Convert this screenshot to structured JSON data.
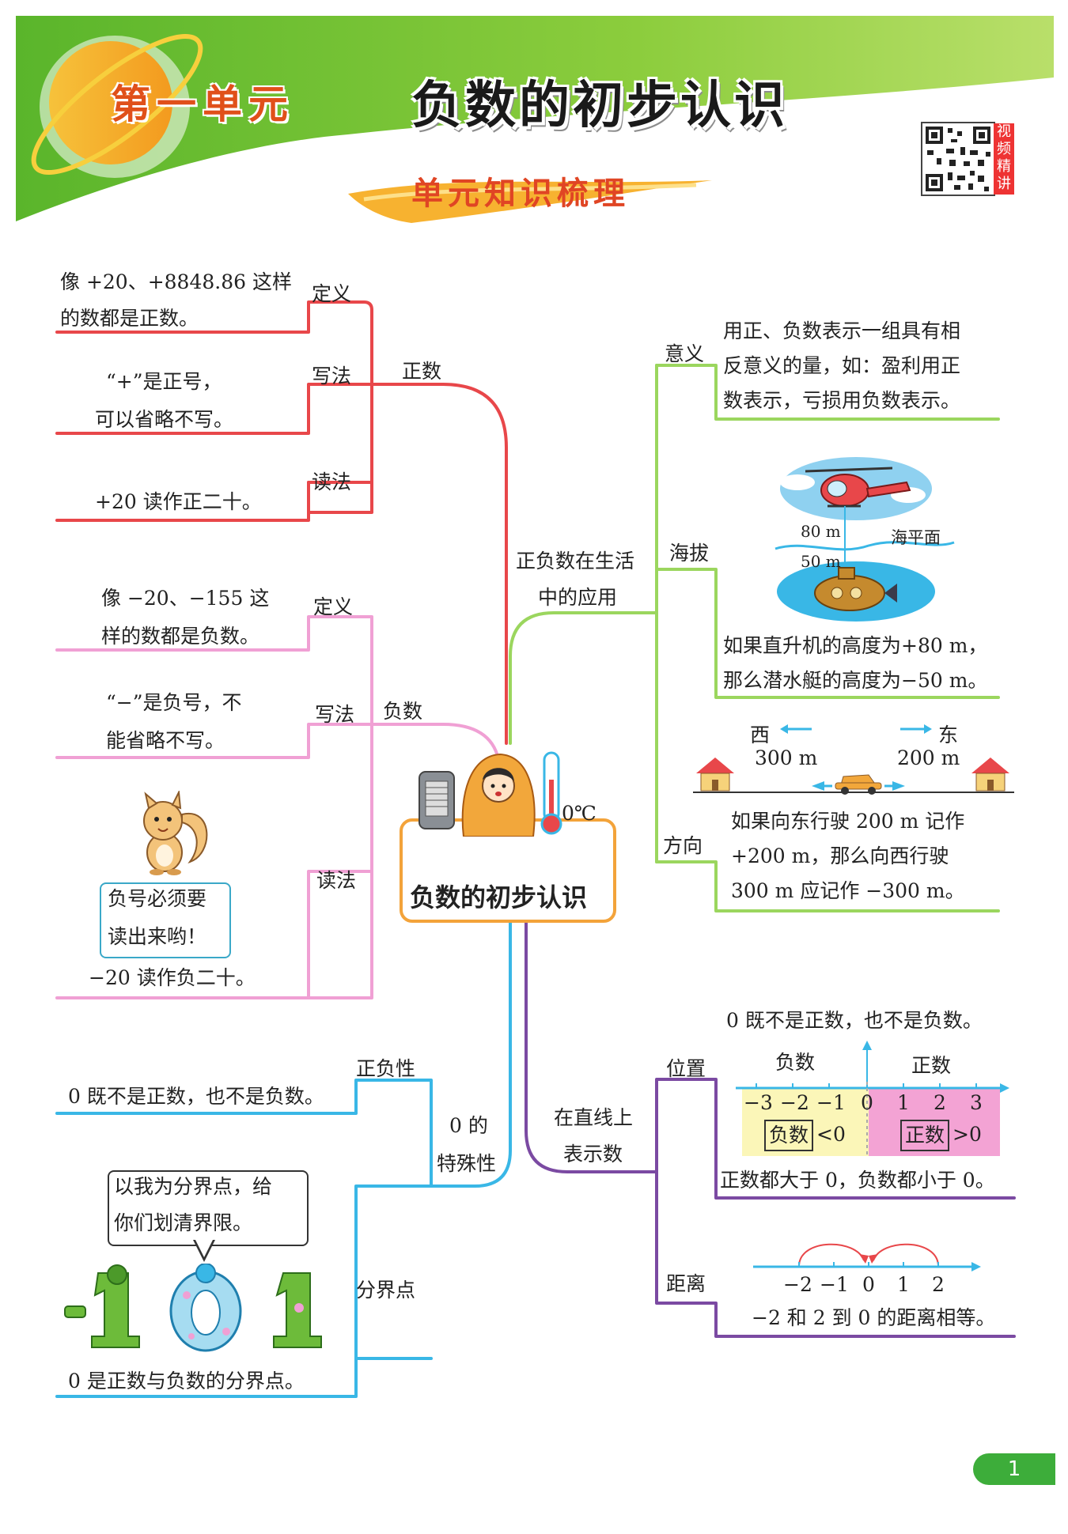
{
  "header": {
    "unit_label": "第一单元",
    "title": "负数的初步认识",
    "subtitle": "单元知识梳理",
    "qr_side_text": "视频精讲"
  },
  "center": {
    "label": "负数的初步认识",
    "thermometer_label": "0℃"
  },
  "positive": {
    "branch": "正数",
    "definition": {
      "tag": "定义",
      "lines": [
        "像 +20、+8848.86 这样",
        "的数都是正数。"
      ]
    },
    "writing": {
      "tag": "写法",
      "lines": [
        "“+”是正号，",
        "可以省略不写。"
      ]
    },
    "reading": {
      "tag": "读法",
      "lines": [
        "+20 读作正二十。"
      ]
    }
  },
  "negative": {
    "branch": "负数",
    "definition": {
      "tag": "定义",
      "lines": [
        "像 −20、−155 这",
        "样的数都是负数。"
      ]
    },
    "writing": {
      "tag": "写法",
      "lines": [
        "“−”是负号，不",
        "能省略不写。"
      ]
    },
    "reading": {
      "tag": "读法",
      "bubble": [
        "负号必须要",
        "读出来哟！"
      ],
      "lines": [
        "−20 读作负二十。"
      ]
    }
  },
  "zero": {
    "branch": [
      "0 的",
      "特殊性"
    ],
    "sign": {
      "tag": "正负性",
      "lines": [
        "0 既不是正数，也不是负数。"
      ]
    },
    "boundary": {
      "tag": "分界点",
      "bubble": [
        "以我为分界点，给",
        "你们划清界限。"
      ],
      "lines": [
        "0 是正数与负数的分界点。"
      ],
      "figures": [
        "-1",
        "0",
        "1"
      ]
    }
  },
  "application": {
    "branch": [
      "正负数在生活",
      "中的应用"
    ],
    "meaning": {
      "tag": "意义",
      "lines": [
        "用正、负数表示一组具有相",
        "反意义的量，如：盈利用正",
        "数表示，亏损用负数表示。"
      ]
    },
    "altitude": {
      "tag": "海拔",
      "labels": [
        "80 m",
        "50 m",
        "海平面"
      ],
      "lines": [
        "如果直升机的高度为+80 m，",
        "那么潜水艇的高度为−50 m。"
      ]
    },
    "direction": {
      "tag": "方向",
      "labels": [
        "西",
        "东",
        "300 m",
        "200 m"
      ],
      "lines": [
        "如果向东行驶 200 m 记作",
        "+200 m，那么向西行驶",
        "300 m 应记作 −300 m。"
      ]
    }
  },
  "numberline": {
    "branch": [
      "在直线上",
      "表示数"
    ],
    "position": {
      "tag": "位置",
      "top_note": "0 既不是正数，也不是负数。",
      "neg_label": "负数",
      "pos_label": "正数",
      "ticks": [
        "−3",
        "−2",
        "−1",
        "0",
        "1",
        "2",
        "3"
      ],
      "neg_rule_box": "负数",
      "neg_rule_tail": "<0",
      "pos_rule_box": "正数",
      "pos_rule_tail": ">0",
      "lines": [
        "正数都大于 0，负数都小于 0。"
      ]
    },
    "distance": {
      "tag": "距离",
      "ticks": [
        "−2",
        "−1",
        "0",
        "1",
        "2"
      ],
      "lines": [
        "−2 和 2 到 0 的距离相等。"
      ]
    }
  },
  "page_number": "1",
  "colors": {
    "red": "#e8474a",
    "pink": "#f0a0d4",
    "cyan": "#39b7e6",
    "green": "#9bd65e",
    "purple": "#7b4aa2",
    "orange": "#f3a33a"
  }
}
